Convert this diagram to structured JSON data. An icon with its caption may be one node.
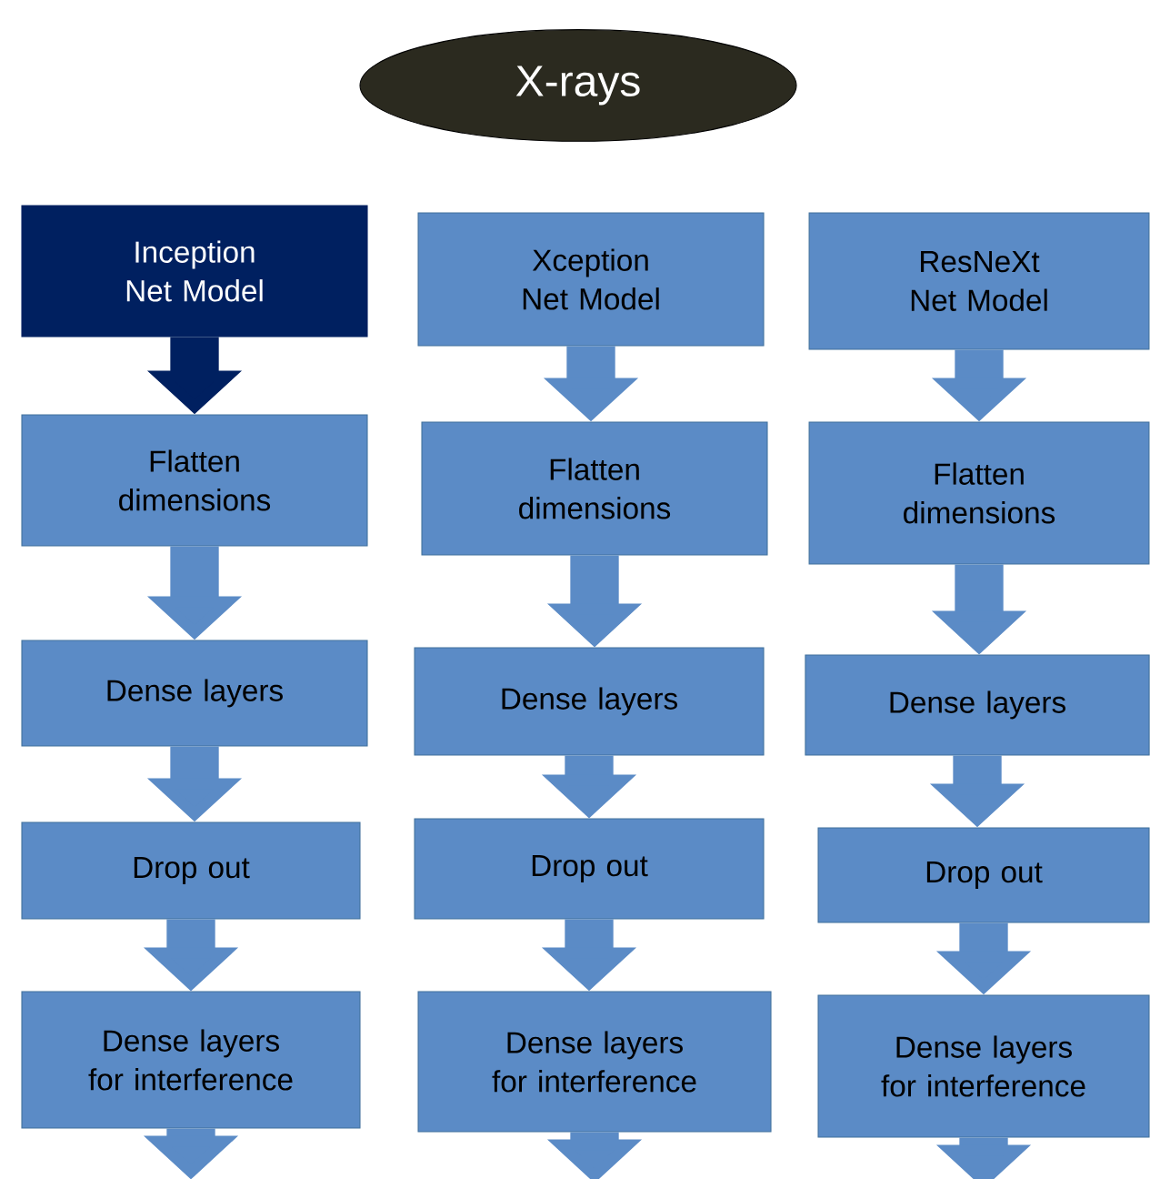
{
  "diagram": {
    "nodes": [
      {
        "text": [
          "X-rays"
        ]
      },
      {
        "text": [
          "Inception Net Model"
        ]
      },
      {
        "text": [
          "Xception Net Model"
        ]
      },
      {
        "text": [
          "ResNeXt Net Model"
        ]
      },
      {
        "text": [
          "Flatten dimensions"
        ]
      },
      {
        "text": [
          "Flatten dimensions"
        ]
      },
      {
        "text": [
          "Flatten dimensions"
        ]
      },
      {
        "text": [
          "Dense layers"
        ]
      },
      {
        "text": [
          "Dense layers"
        ]
      },
      {
        "text": [
          "Dense layers"
        ]
      },
      {
        "text": [
          "Drop out"
        ]
      },
      {
        "text": [
          "Drop out"
        ]
      },
      {
        "text": [
          "Drop out"
        ]
      },
      {
        "text": [
          "Dense layers for interference"
        ]
      },
      {
        "text": [
          "Dense layers for interference"
        ]
      },
      {
        "text": [
          "Dense layers for interference"
        ]
      }
    ],
    "edges": [
      {
        "from": 1,
        "to": 4,
        "arrow": "to",
        "color": "#002060"
      },
      {
        "from": 2,
        "to": 5,
        "arrow": "to"
      },
      {
        "from": 3,
        "to": 6,
        "arrow": "to"
      },
      {
        "from": 4,
        "to": 7,
        "arrow": "to"
      },
      {
        "from": 5,
        "to": 8,
        "arrow": "to"
      },
      {
        "from": 6,
        "to": 9,
        "arrow": "to"
      },
      {
        "from": 7,
        "to": 10,
        "arrow": "to"
      },
      {
        "from": 8,
        "to": 11,
        "arrow": "to"
      },
      {
        "from": 9,
        "to": 12,
        "arrow": "to"
      },
      {
        "from": 10,
        "to": 13,
        "arrow": "to"
      },
      {
        "from": 11,
        "to": 14,
        "arrow": "to"
      },
      {
        "from": 12,
        "to": 15,
        "arrow": "to"
      },
      {
        "from": 13,
        "to": null,
        "arrow": "to"
      },
      {
        "from": 14,
        "to": null,
        "arrow": "to"
      },
      {
        "from": 15,
        "to": null,
        "arrow": "to"
      }
    ]
  }
}
